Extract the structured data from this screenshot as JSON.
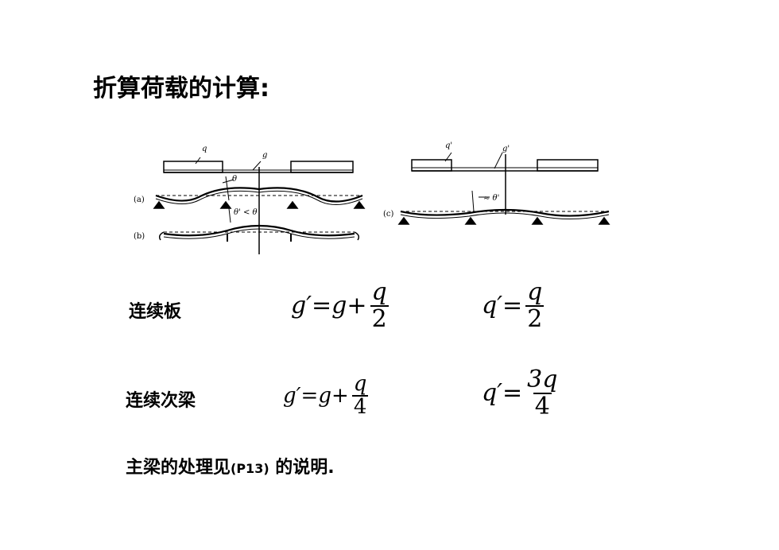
{
  "title": "折算荷载的计算:",
  "figure": {
    "label_a": "(a)",
    "label_b": "(b)",
    "label_c": "(c)",
    "q": "q",
    "g": "g",
    "q_prime": "q'",
    "g_prime": "g'",
    "theta": "θ",
    "theta_cond": "θ' < θ",
    "theta_approx": "≈ θ'"
  },
  "rows": [
    {
      "label": "连续板",
      "g_lhs": "g′",
      "g_eq": " = ",
      "g_var": "g",
      "g_plus": " + ",
      "g_num": "q",
      "g_den": "2",
      "q_lhs": "q′",
      "q_eq": " = ",
      "q_num": "q",
      "q_den": "2"
    },
    {
      "label": "连续次梁",
      "g_lhs": "g′",
      "g_eq": " = ",
      "g_var": "g",
      "g_plus": " + ",
      "g_num": "q",
      "g_den": "4",
      "q_lhs": "q′",
      "q_eq": " = ",
      "q_num": "3q",
      "q_den": "4"
    }
  ],
  "footer": {
    "text_before": "主梁的处理见",
    "ref": "(P13)",
    "text_after": " 的说明."
  }
}
